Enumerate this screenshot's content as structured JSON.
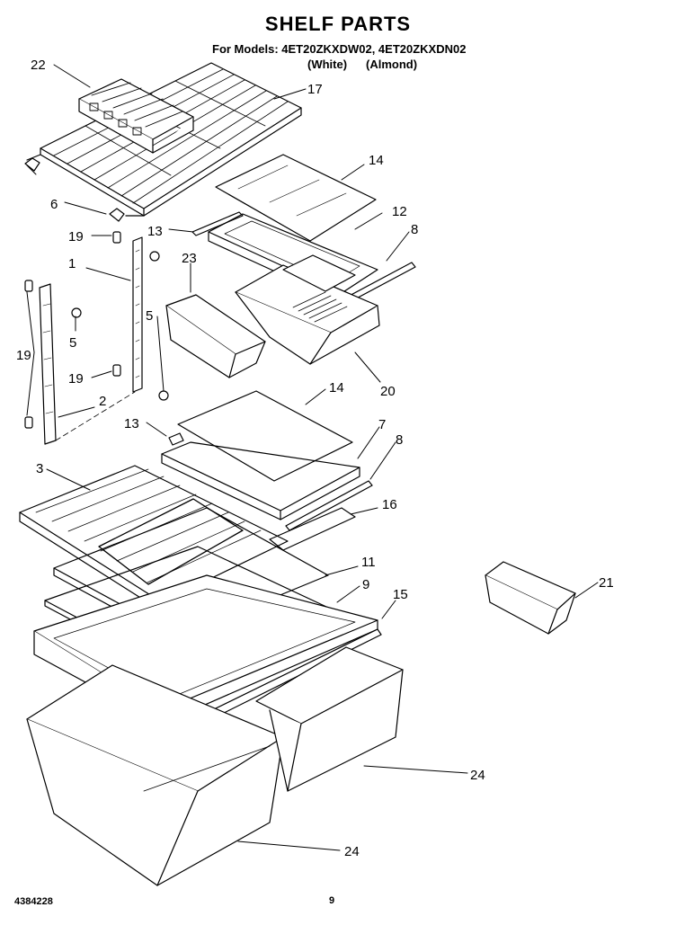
{
  "header": {
    "title": "SHELF PARTS",
    "models_line": "For Models: 4ET20ZKXDW02, 4ET20ZKXDN02",
    "variant_white": "(White)",
    "variant_almond": "(Almond)"
  },
  "callouts": {
    "c22": "22",
    "c17": "17",
    "c6": "6",
    "c14a": "14",
    "c12": "12",
    "c13a": "13",
    "c19a": "19",
    "c8a": "8",
    "c1": "1",
    "c23": "23",
    "c5a": "5",
    "c19b": "19",
    "c5b": "5",
    "c19c": "19",
    "c20": "20",
    "c2": "2",
    "c14b": "14",
    "c13b": "13",
    "c7": "7",
    "c8b": "8",
    "c3": "3",
    "c16": "16",
    "c11": "11",
    "c9": "9",
    "c15": "15",
    "c21": "21",
    "c24a": "24",
    "c24b": "24"
  },
  "footer": {
    "doc_number": "4384228",
    "page_number": "9"
  }
}
